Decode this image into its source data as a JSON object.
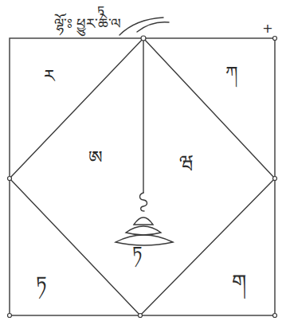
{
  "diagram": {
    "labels": [
      "ཏ",
      "ལྷོ་ཿ ཕྱུར་ཆེ་ལ",
      "+",
      "ར",
      "ཀ",
      "ཨ",
      "ཝ",
      "ཏ",
      "ཏ",
      "ག"
    ]
  }
}
